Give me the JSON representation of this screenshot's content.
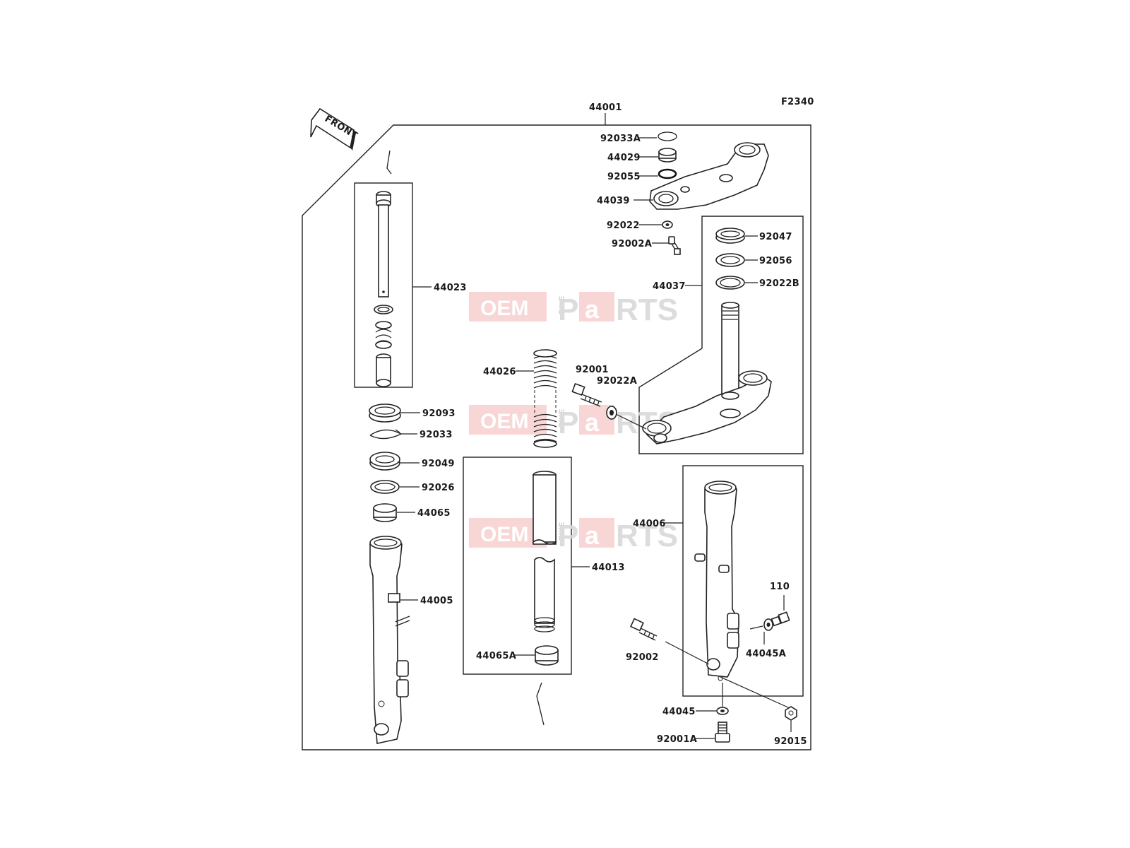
{
  "figure_code": "F2340",
  "front_arrow_label": "FRONT",
  "watermark": {
    "oem": "OEM",
    "bike": "BIKE",
    "p": "P",
    "a": "a",
    "rts": "RTS"
  },
  "parts": {
    "p44001": "44001",
    "p92033A": "92033A",
    "p44029": "44029",
    "p92055": "92055",
    "p44039": "44039",
    "p92022": "92022",
    "p92002A": "92002A",
    "p92047": "92047",
    "p92056": "92056",
    "p92022B": "92022B",
    "p44037": "44037",
    "p44023": "44023",
    "p44026": "44026",
    "p92001": "92001",
    "p92022A": "92022A",
    "p92093": "92093",
    "p92033": "92033",
    "p92049": "92049",
    "p92026": "92026",
    "p44065": "44065",
    "p44006": "44006",
    "p44013": "44013",
    "p44005": "44005",
    "p110": "110",
    "p92002": "92002",
    "p44045A": "44045A",
    "p44065A": "44065A",
    "p44045": "44045",
    "p92001A": "92001A",
    "p92015": "92015"
  },
  "colors": {
    "watermark": "#e05c5c",
    "watermark_block": "#f7c9c9",
    "line": "#222222"
  }
}
